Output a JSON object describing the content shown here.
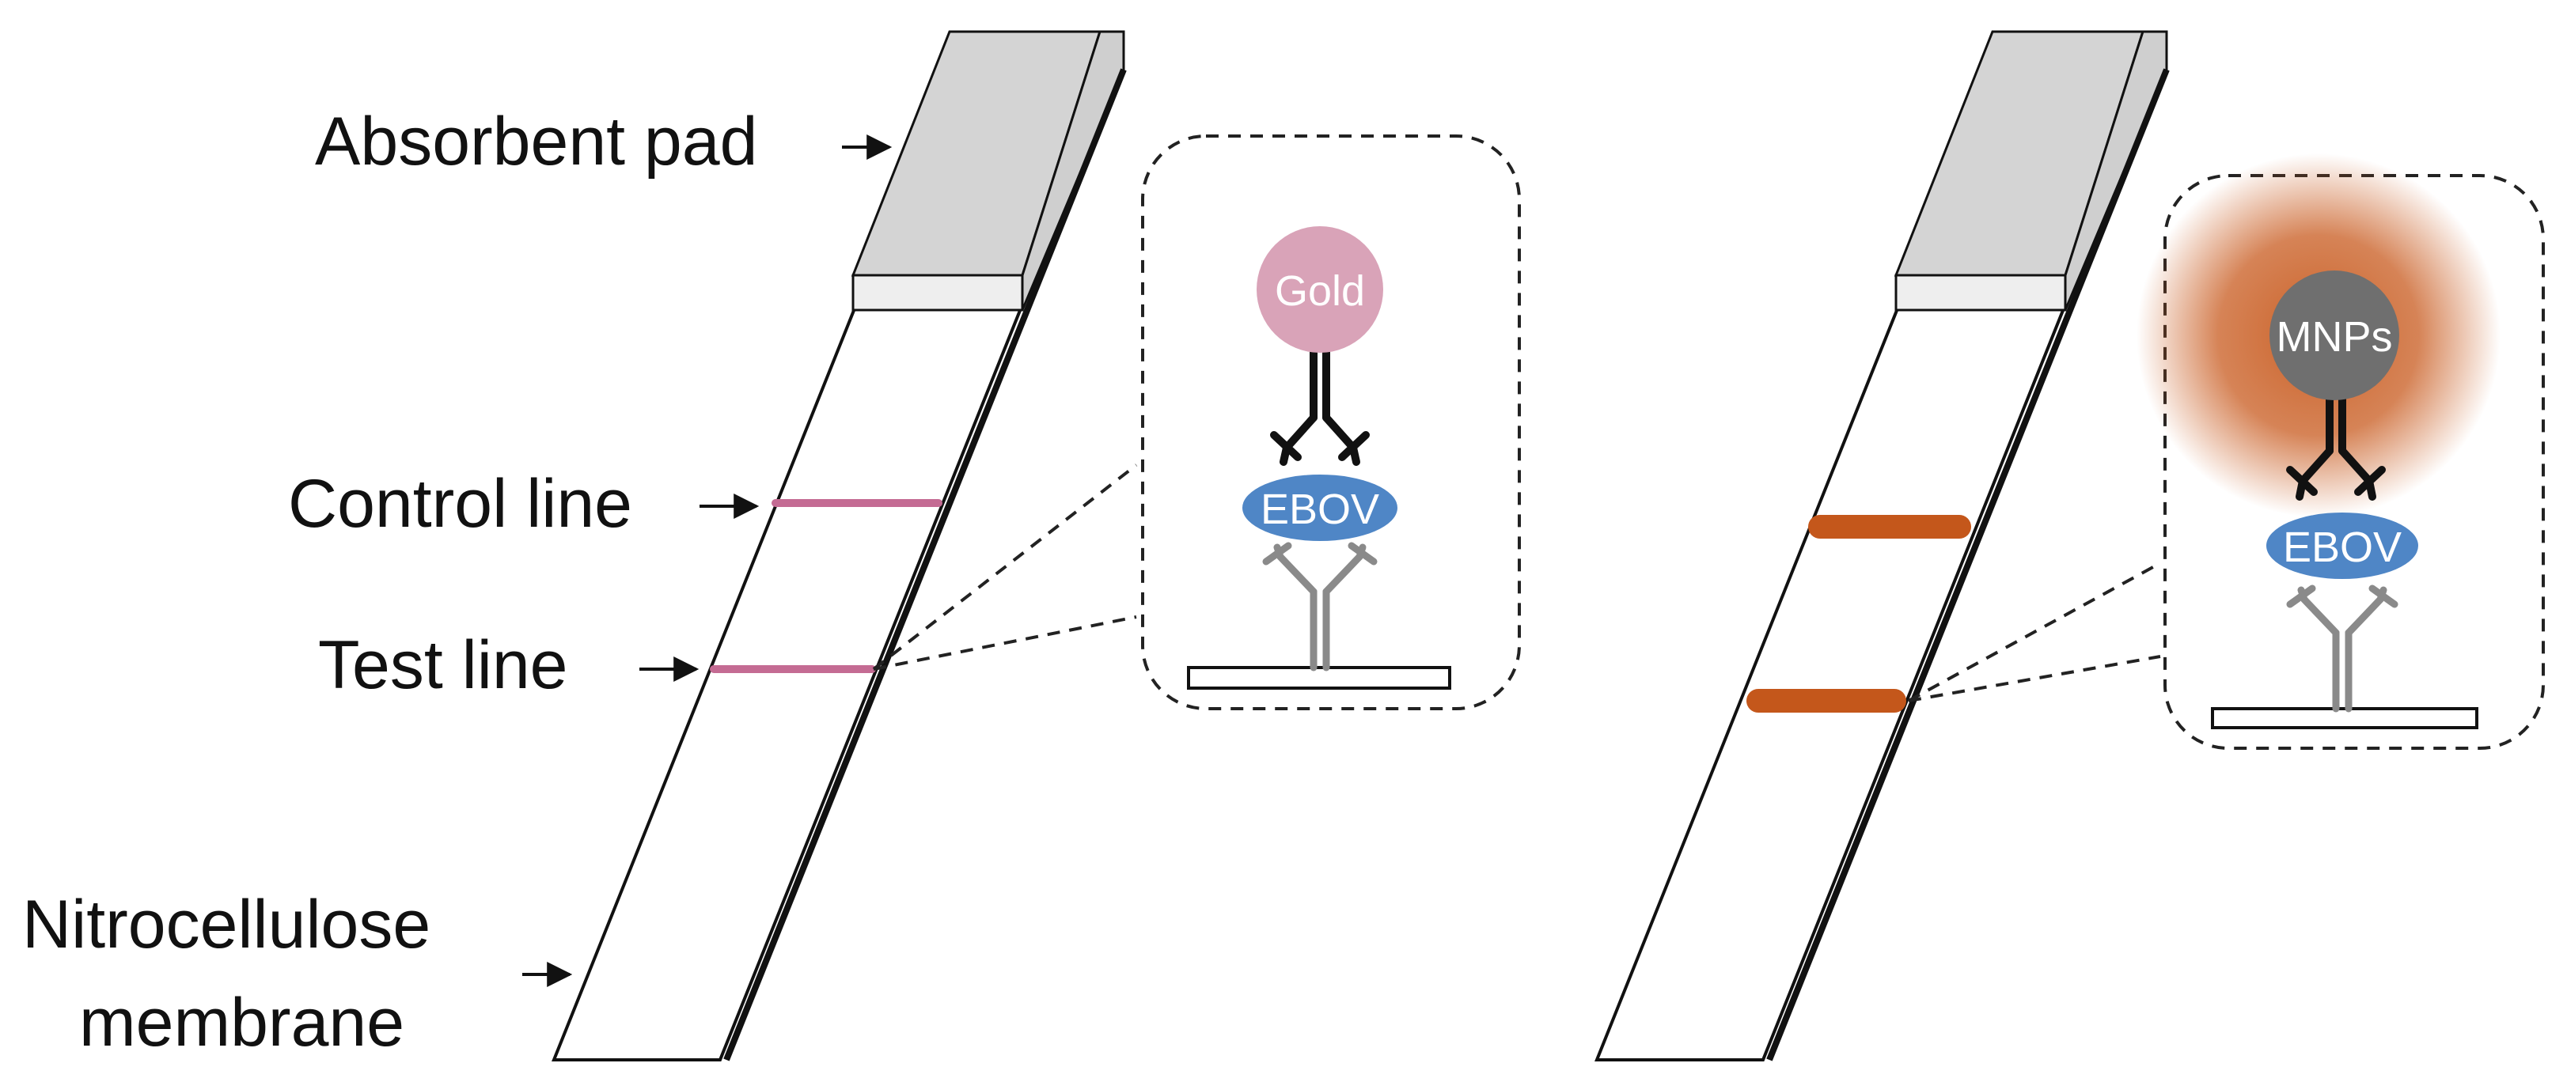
{
  "labels": {
    "absorbent_pad": "Absorbent pad",
    "control_line": "Control line",
    "test_line": "Test line",
    "nitrocellulose_line1": "Nitrocellulose",
    "nitrocellulose_line2": "membrane"
  },
  "left_inset": {
    "particle": "Gold",
    "antigen": "EBOV"
  },
  "right_inset": {
    "particle": "MNPs",
    "antigen": "EBOV"
  },
  "colors": {
    "gold_particle": "#d9a3b8",
    "gold_line": "#c46b93",
    "mnp_particle": "#6f6f6f",
    "mnp_glow": "#c85a1e",
    "mnp_line": "#c4571b",
    "antigen": "#4f86c6",
    "pad": "#d4d4d4",
    "pad_side": "#eeeeee"
  }
}
